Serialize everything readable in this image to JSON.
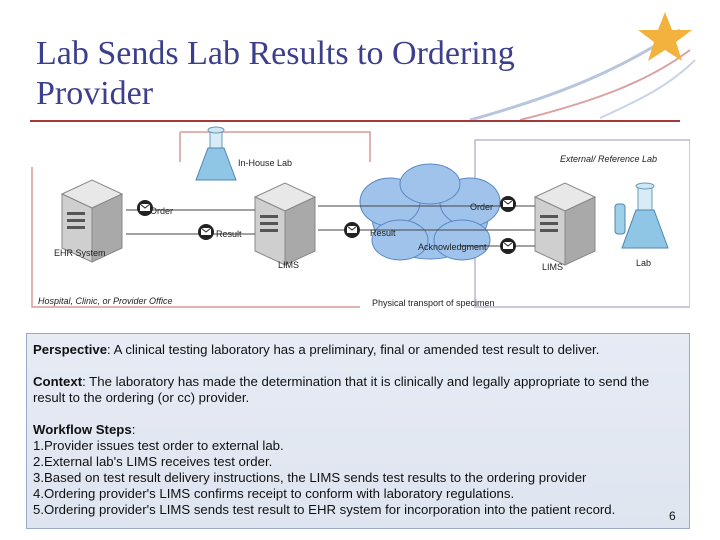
{
  "title": "Lab Sends Lab Results to Ordering Provider",
  "colors": {
    "title": "#3b3f8c",
    "rule": "#a33a3a",
    "star": "#f3b23d",
    "cloud": "#9fc3ea",
    "panel": "#e3e8f2"
  },
  "diagram": {
    "zones": {
      "inhouse": "In-House Lab",
      "external": "External/ Reference Lab",
      "hospital": "Hospital, Clinic, or Provider Office",
      "transport": "Physical transport of specimen"
    },
    "nodes": {
      "ehr": "EHR System",
      "lims_inhouse": "LIMS",
      "lims_external": "LIMS",
      "lab": "Lab"
    },
    "messages": {
      "order_left": "Order",
      "result_left": "Result",
      "order_right": "Order",
      "result_right": "Result",
      "ack": "Acknowledgment"
    }
  },
  "panel": {
    "perspective_label": "Perspective",
    "perspective_text": ": A clinical testing laboratory has a preliminary, final or amended test result to deliver.",
    "context_label": "Context",
    "context_text": ": The laboratory has made the determination that it is clinically and legally appropriate to send the result to the ordering (or cc) provider.",
    "workflow_label": "Workflow Steps",
    "workflow_colon": ":",
    "steps": [
      "1.Provider issues test order to external lab.",
      "2.External lab's LIMS receives test order.",
      "3.Based on test result delivery instructions, the LIMS sends test results to the ordering provider",
      "4.Ordering provider's LIMS confirms receipt to conform with laboratory regulations.",
      "5.Ordering provider's LIMS sends test result to EHR system for incorporation into the patient record."
    ]
  },
  "page_number": "6"
}
